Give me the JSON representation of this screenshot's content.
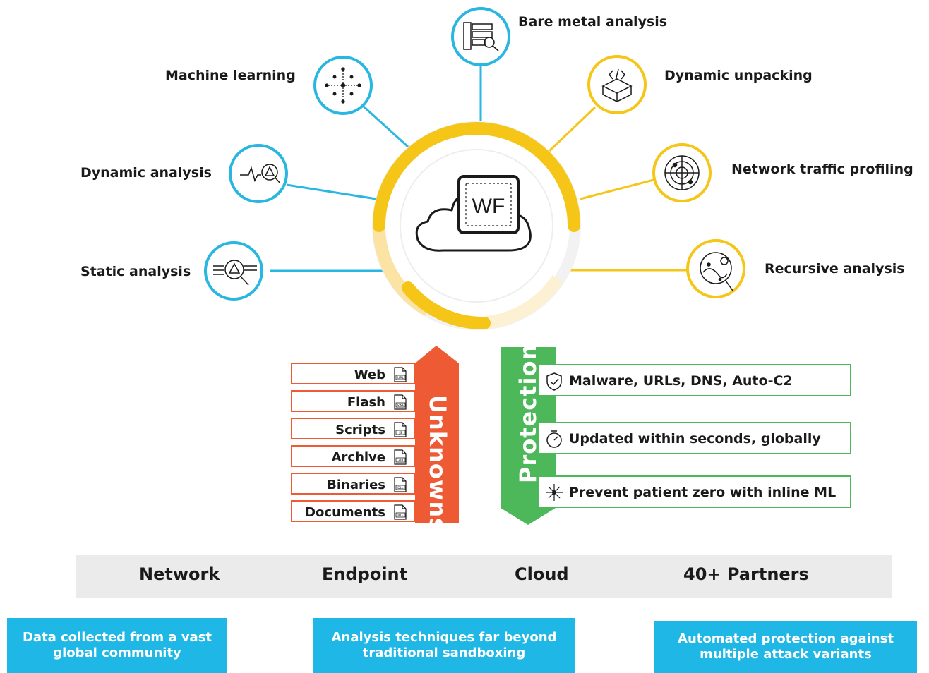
{
  "hub": {
    "logo_text": "WF"
  },
  "techniques": {
    "bare_metal": "Bare metal analysis",
    "machine_learning": "Machine learning",
    "dynamic_unpacking": "Dynamic unpacking",
    "dynamic_analysis": "Dynamic analysis",
    "network_traffic": "Network traffic profiling",
    "static_analysis": "Static analysis",
    "recursive_analysis": "Recursive analysis"
  },
  "unknowns": {
    "title": "Unknowns",
    "items": [
      {
        "label": "Web",
        "icon": "url-file-icon",
        "tag": "URL"
      },
      {
        "label": "Flash",
        "icon": "swf-file-icon",
        "tag": "SWF"
      },
      {
        "label": "Scripts",
        "icon": "js-file-icon",
        "tag": "JS"
      },
      {
        "label": "Archive",
        "icon": "zip-file-icon",
        "tag": "ZIP"
      },
      {
        "label": "Binaries",
        "icon": "dll-file-icon",
        "tag": "DLL"
      },
      {
        "label": "Documents",
        "icon": "rtf-file-icon",
        "tag": "RTF"
      }
    ],
    "color": "#ee5a33"
  },
  "protections": {
    "title": "Protections",
    "items": [
      {
        "label": "Malware, URLs, DNS, Auto-C2",
        "icon": "shield-check-icon"
      },
      {
        "label": "Updated within seconds, globally",
        "icon": "stopwatch-icon"
      },
      {
        "label": "Prevent patient zero with inline ML",
        "icon": "neural-burst-icon"
      }
    ],
    "color": "#4cb85a"
  },
  "platforms": [
    "Network",
    "Endpoint",
    "Cloud",
    "40+ Partners"
  ],
  "captions": {
    "left": "Data collected from a vast global community",
    "center": "Analysis techniques far beyond traditional sandboxing",
    "right": "Automated protection against multiple attack variants"
  },
  "colors": {
    "blue": "#29b6e0",
    "yellow": "#f5c518",
    "orange": "#ee5a33",
    "green": "#4cb85a",
    "caption": "#1fb8e6"
  }
}
